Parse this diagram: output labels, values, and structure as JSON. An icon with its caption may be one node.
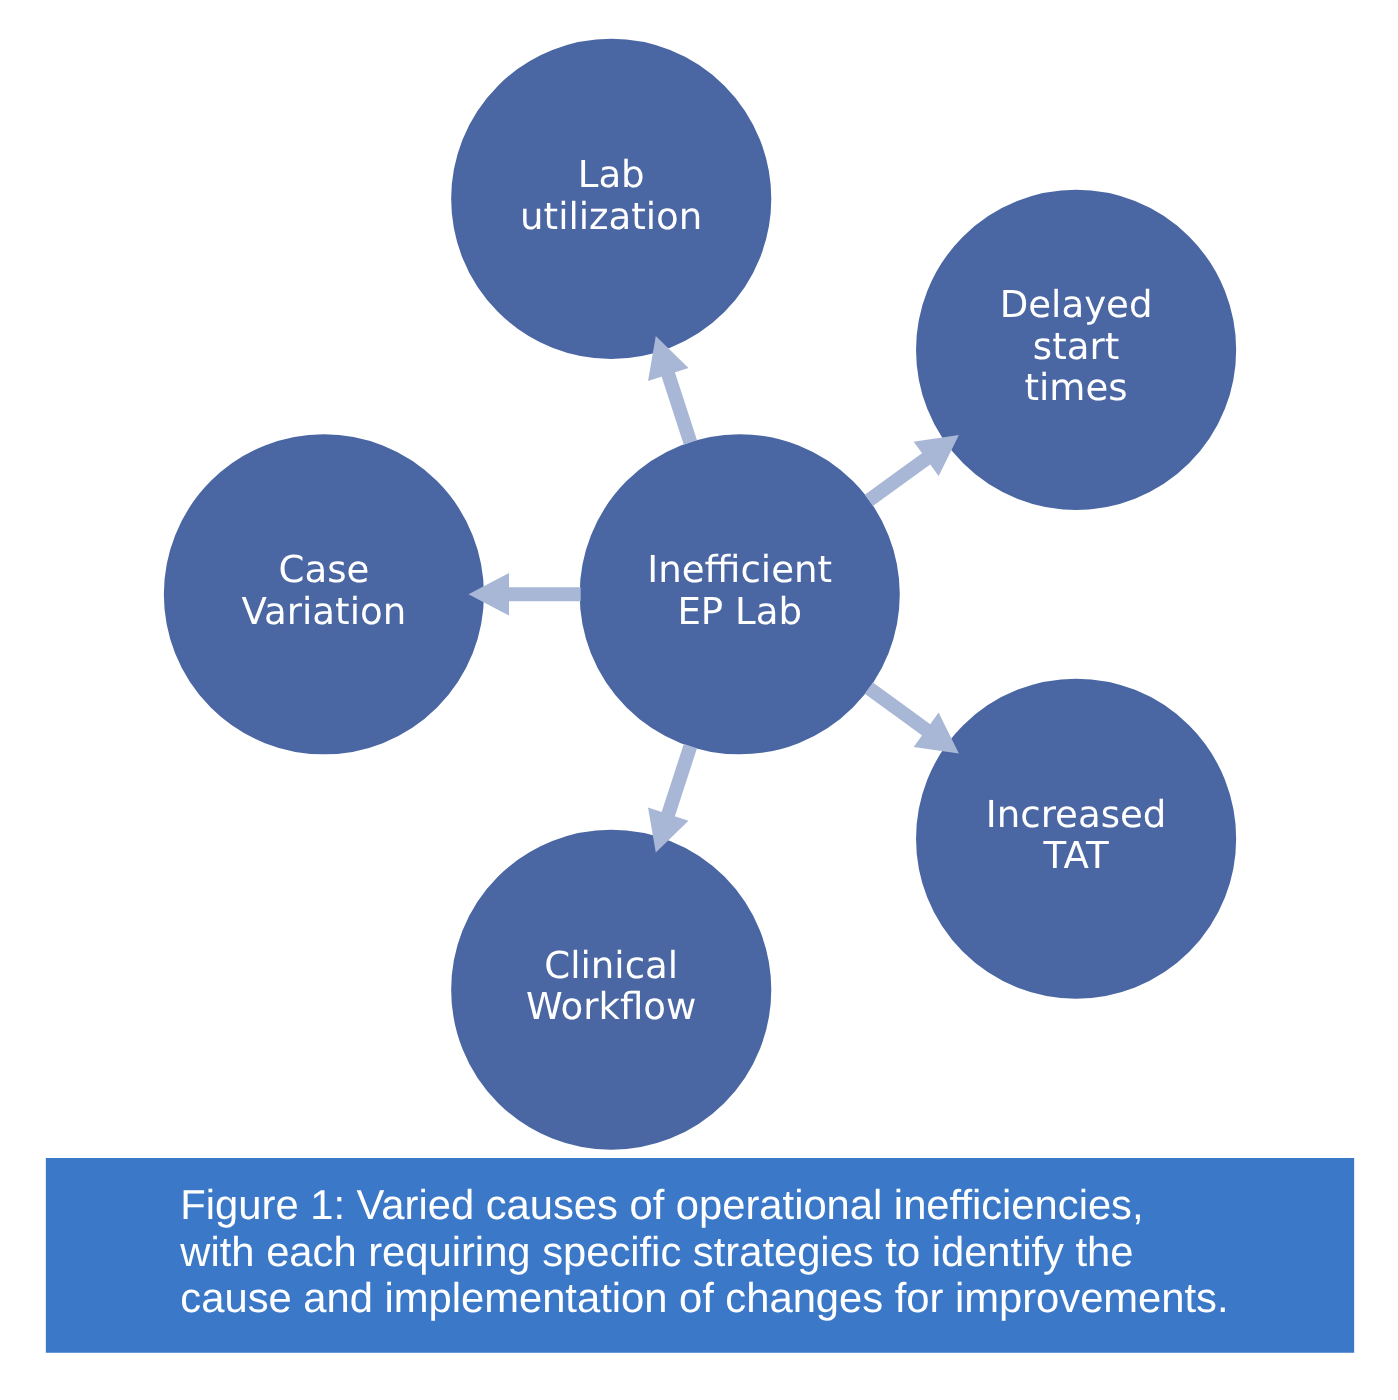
{
  "diagram": {
    "caption": "Figure 1: Varied causes of operational inefficiencies, with each requiring specific strategies to identify the cause and implementation of changes for improvements.",
    "nodes": [
      {
        "text": [
          "Delayed start times"
        ]
      },
      {
        "text": [
          "Lab utilization"
        ]
      },
      {
        "text": [
          "Case Variation"
        ]
      },
      {
        "text": [
          "Inefficient EP Lab"
        ]
      },
      {
        "text": [
          "Clinical Workflow"
        ]
      },
      {
        "text": [
          "Increased TAT"
        ]
      }
    ],
    "edges": [
      {
        "from": 3,
        "to": 0,
        "arrow": "to"
      },
      {
        "from": 3,
        "to": 2,
        "arrow": "to"
      },
      {
        "from": 3,
        "to": 5,
        "arrow": "to"
      },
      {
        "from": 3,
        "to": 4,
        "arrow": "to"
      },
      {
        "from": 3,
        "to": 1,
        "arrow": "to"
      }
    ]
  }
}
